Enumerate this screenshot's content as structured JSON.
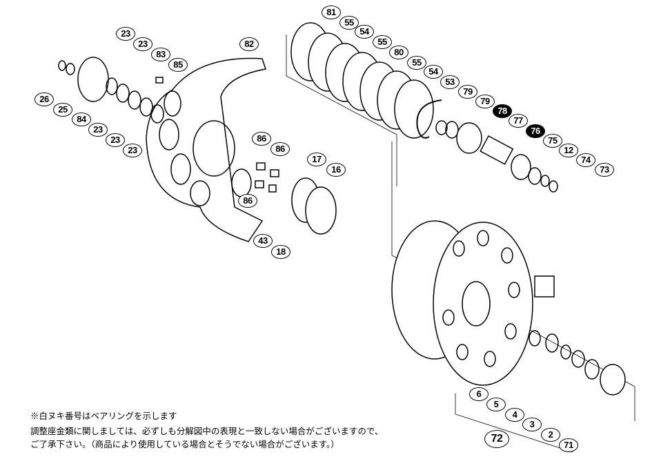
{
  "labels_upper_right": [
    "81",
    "55",
    "54",
    "55",
    "80",
    "55",
    "54",
    "53",
    "79",
    "79",
    "78",
    "77",
    "76",
    "75",
    "12",
    "74",
    "73"
  ],
  "bearing_labels": [
    "78",
    "76"
  ],
  "labels_left": [
    "23",
    "23",
    "83",
    "85",
    "82",
    "26",
    "25",
    "84",
    "23",
    "23",
    "23",
    "86",
    "86",
    "17",
    "16",
    "86",
    "43",
    "18"
  ],
  "labels_bottom": [
    "6",
    "5",
    "4",
    "3",
    "2",
    "71"
  ],
  "assembly_label": "72",
  "notes": {
    "line1": "※白ヌキ番号はベアリングを示します",
    "line2": "調整座金類に関しましては、必ずしも分解図中の表現と一致しない場合がございますので、",
    "line3": "ご了承下さい。（商品により使用している場合とそうでない場合がございます。）"
  }
}
